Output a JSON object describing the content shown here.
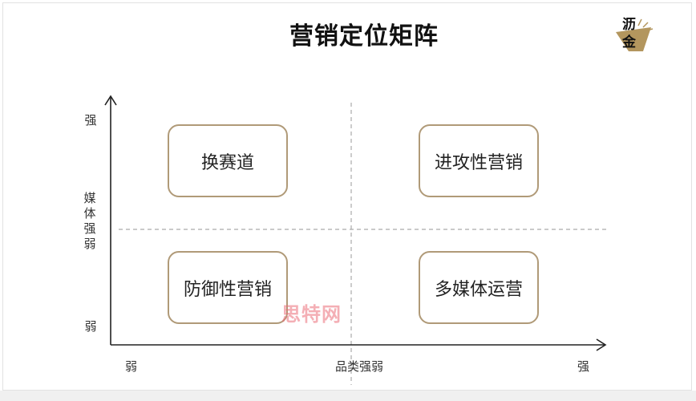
{
  "title": "营销定位矩阵",
  "logo": {
    "line1": "沥",
    "line2": "金"
  },
  "axes": {
    "y": {
      "label": "媒体强弱",
      "high": "强",
      "low": "弱"
    },
    "x": {
      "label": "品类强弱",
      "low": "弱",
      "high": "强"
    }
  },
  "quadrants": {
    "top_left": "换赛道",
    "top_right": "进攻性营销",
    "bottom_left": "防御性营销",
    "bottom_right": "多媒体运营"
  },
  "watermark": "思特网",
  "colors": {
    "box_border": "#b09a78",
    "axis": "#222222",
    "divider": "#aaaaaa",
    "watermark": "#eb6e78"
  }
}
